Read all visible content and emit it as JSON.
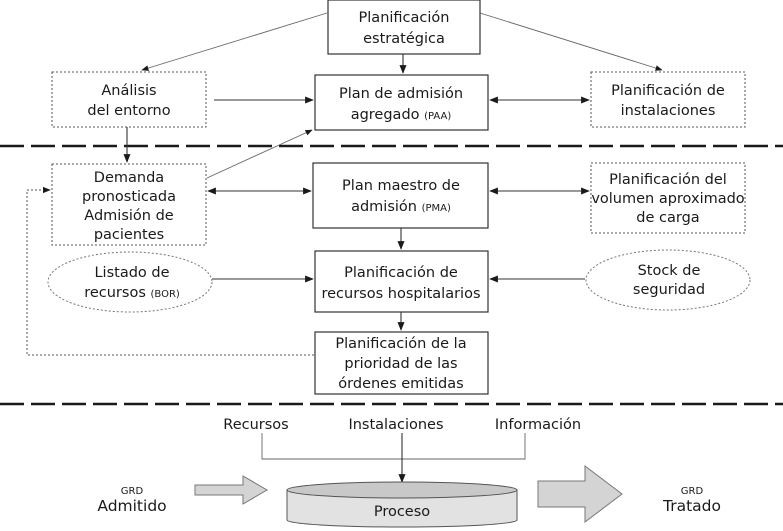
{
  "diagram": {
    "boxes": {
      "strategic_planning": [
        "Planificación",
        "estratégica"
      ],
      "aggregate_plan": [
        "Plan de admisión",
        "agregado "
      ],
      "aggregate_plan_abbr": "(PAA)",
      "environment_analysis": [
        "Análisis",
        "del entorno"
      ],
      "facilities_planning": [
        "Planificación de",
        "instalaciones"
      ],
      "forecast_demand": [
        "Demanda",
        "pronosticada",
        "Admisión de",
        "pacientes"
      ],
      "master_plan": [
        "Plan maestro de",
        "admisión "
      ],
      "master_plan_abbr": "(PMA)",
      "load_volume_planning": [
        "Planificación del",
        "volumen aproximado",
        "de carga"
      ],
      "resource_list": [
        "Listado de",
        "recursos "
      ],
      "resource_list_abbr": "(BOR)",
      "hospital_resources_planning": [
        "Planificación de",
        "recursos hospitalarios"
      ],
      "safety_stock": [
        "Stock de",
        "seguridad"
      ],
      "order_priority_planning": [
        "Planificación de la",
        "prioridad de las",
        "órdenes emitidas"
      ]
    },
    "process": {
      "inputs": [
        "Recursos",
        "Instalaciones",
        "Información"
      ],
      "cylinder_label": "Proceso",
      "left_small": "GRD",
      "left_label": "Admitido",
      "right_small": "GRD",
      "right_label": "Tratado"
    }
  }
}
